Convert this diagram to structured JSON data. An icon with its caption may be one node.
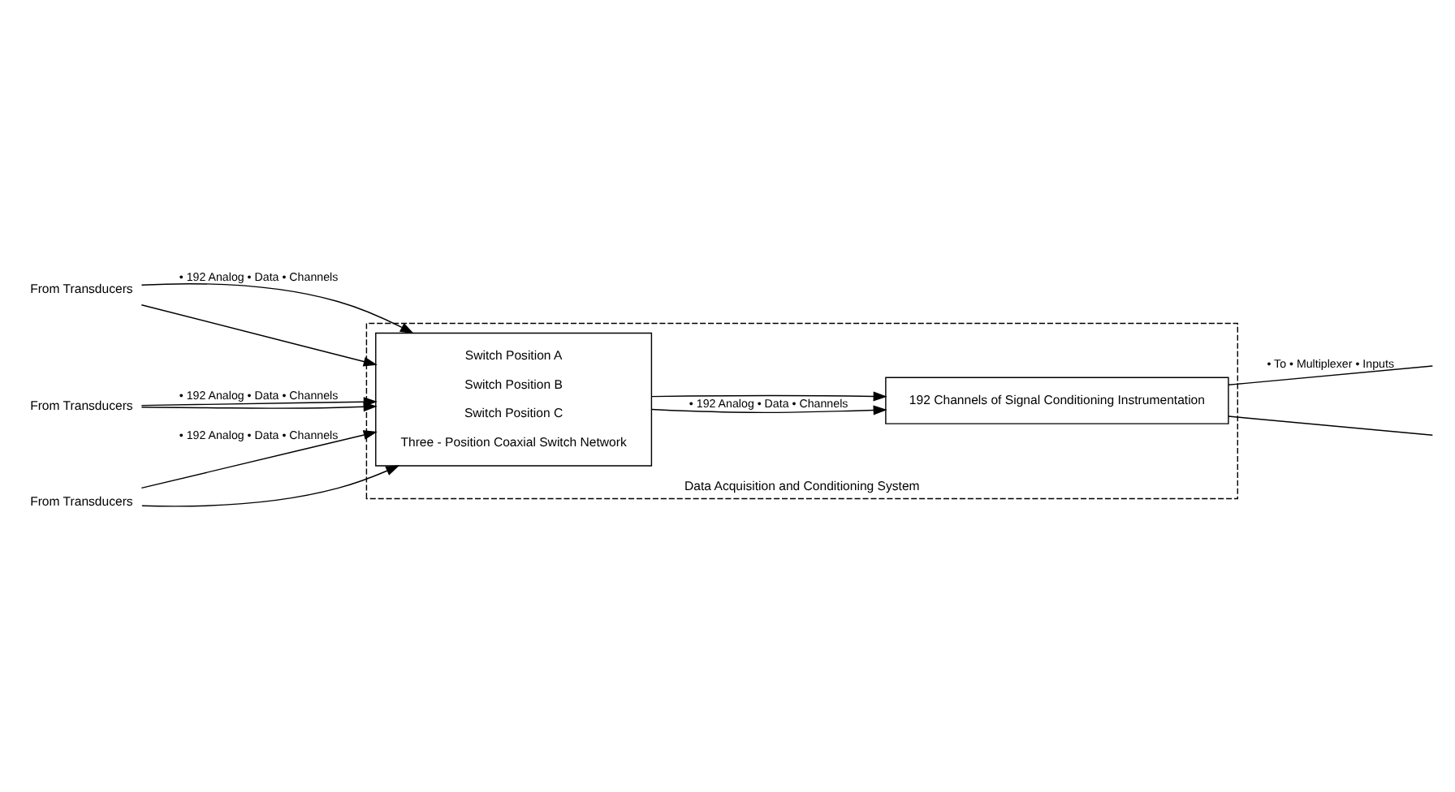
{
  "diagram": {
    "nodes": [
      {
        "text": [
          "Data Acquisition and Conditioning System"
        ]
      },
      {
        "text": [
          "Switch Position A",
          "Switch Position B",
          "Switch Position C",
          "Three - Position Coaxial Switch Network"
        ],
        "in": 0
      },
      {
        "text": [
          "192 Channels of Signal Conditioning Instrumentation"
        ],
        "in": 0
      },
      {
        "text": [
          "From Transducers"
        ]
      },
      {
        "text": [
          "From Transducers"
        ]
      },
      {
        "text": [
          "From Transducers"
        ]
      }
    ],
    "edges": [
      {
        "from": 3,
        "to": 1,
        "arrow": "to",
        "label": "• 192 Analog • Data • Channels"
      },
      {
        "from": 3,
        "to": 1,
        "arrow": "to"
      },
      {
        "from": 4,
        "to": 1,
        "arrow": "to",
        "label": "• 192 Analog • Data • Channels"
      },
      {
        "from": 4,
        "to": 1,
        "arrow": "to"
      },
      {
        "from": 5,
        "to": 1,
        "arrow": "to",
        "label": "• 192 Analog • Data • Channels"
      },
      {
        "from": 5,
        "to": 1,
        "arrow": "to"
      },
      {
        "from": 1,
        "to": 2,
        "arrow": "to",
        "label": "• 192 Analog • Data • Channels"
      },
      {
        "from": 1,
        "to": 2,
        "arrow": "to"
      },
      {
        "from": 2,
        "to": null,
        "arrow": "none",
        "label": "• To • Multiplexer • Inputs"
      },
      {
        "from": 2,
        "to": null,
        "arrow": "none"
      }
    ]
  }
}
